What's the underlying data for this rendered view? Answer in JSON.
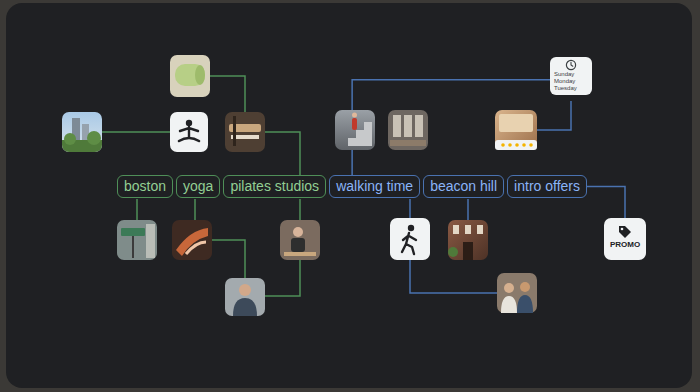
{
  "diagram": {
    "nodes": [
      {
        "text": [
          "Sunday",
          "Monday",
          "Tuesday"
        ]
      },
      {
        "text": [
          "boston"
        ]
      },
      {
        "text": [
          "yoga"
        ]
      },
      {
        "text": [
          "pilates studios"
        ]
      },
      {
        "text": [
          "walking time"
        ]
      },
      {
        "text": [
          "beacon hill"
        ]
      },
      {
        "text": [
          "intro offers"
        ]
      },
      {
        "text": [
          "PROMO"
        ]
      }
    ],
    "edges": [
      {
        "from": 4,
        "to": 0,
        "arrow": "none"
      },
      {
        "from": 6,
        "to": 7,
        "arrow": "none"
      }
    ]
  }
}
